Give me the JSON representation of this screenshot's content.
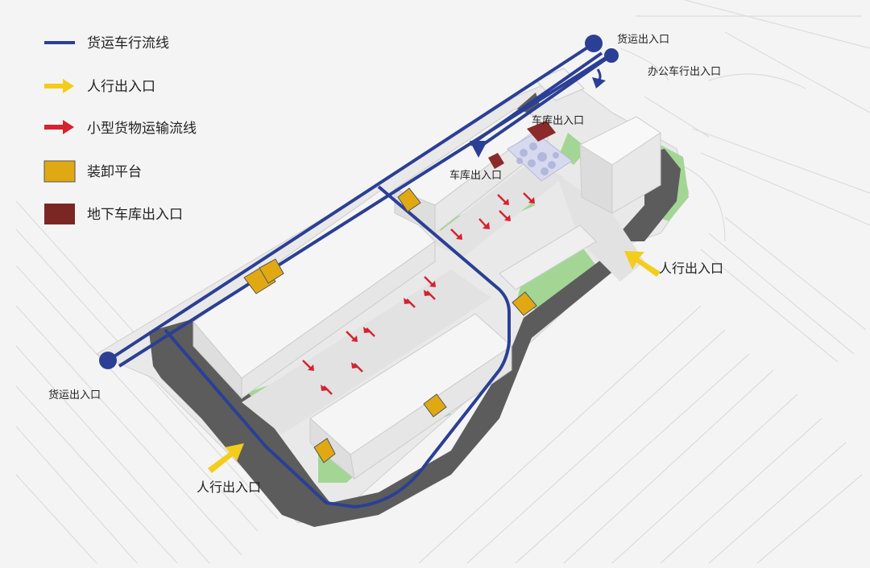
{
  "legend": {
    "freight_route": "货运车行流线",
    "pedestrian_entrance": "人行出入口",
    "small_cargo_route": "小型货物运输流线",
    "loading_platform": "装卸平台",
    "underground_garage": "地下车库出入口"
  },
  "labels": {
    "freight_entrance_top": "货运出入口",
    "office_vehicle_entrance": "办公车行出入口",
    "garage_entrance_top": "车库出入口",
    "garage_entrance_mid": "车库出入口",
    "pedestrian_entrance_right": "人行出入口",
    "freight_entrance_left": "货运出入口",
    "pedestrian_entrance_bottom": "人行出入口"
  },
  "colors": {
    "freight_blue": "#2b3f95",
    "pedestrian_yellow": "#f4cc1c",
    "cargo_red": "#d62130",
    "platform_gold": "#e0a914",
    "garage_maroon": "#7a2623",
    "road_gray": "#595959",
    "green": "#9fd48f",
    "plaza": "#e6e6e6"
  }
}
